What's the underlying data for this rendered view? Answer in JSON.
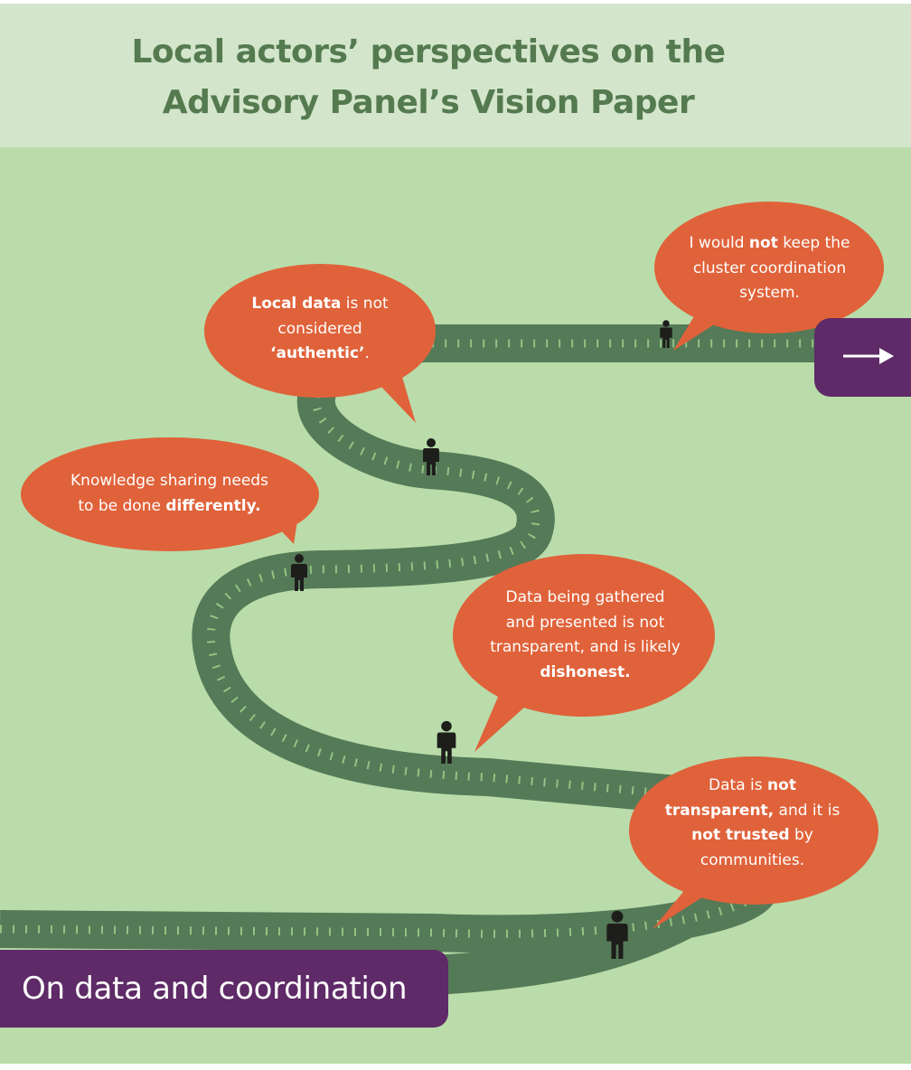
{
  "header": {
    "title_line1": "Local actors’ perspectives on the",
    "title_line2": "Advisory Panel’s Vision Paper"
  },
  "section_label": "On data and coordination",
  "next_icon": "right-arrow-icon",
  "bubbles": [
    {
      "id": "bubble-cluster-coordination",
      "lines": [
        [
          {
            "t": "I would ",
            "b": false
          },
          {
            "t": "not",
            "b": true
          },
          {
            "t": " keep the",
            "b": false
          }
        ],
        [
          {
            "t": "cluster coordination",
            "b": false
          }
        ],
        [
          {
            "t": "system.",
            "b": false
          }
        ]
      ]
    },
    {
      "id": "bubble-local-data",
      "lines": [
        [
          {
            "t": "Local data",
            "b": true
          },
          {
            "t": " is not",
            "b": false
          }
        ],
        [
          {
            "t": "considered",
            "b": false
          }
        ],
        [
          {
            "t": "‘authentic’",
            "b": true
          },
          {
            "t": ".",
            "b": false
          }
        ]
      ]
    },
    {
      "id": "bubble-knowledge-sharing",
      "lines": [
        [
          {
            "t": "Knowledge sharing needs",
            "b": false
          }
        ],
        [
          {
            "t": "to be done ",
            "b": false
          },
          {
            "t": "differently.",
            "b": true
          }
        ]
      ]
    },
    {
      "id": "bubble-data-transparency",
      "lines": [
        [
          {
            "t": "Data being gathered",
            "b": false
          }
        ],
        [
          {
            "t": "and presented is not",
            "b": false
          }
        ],
        [
          {
            "t": "transparent, and is likely",
            "b": false
          }
        ],
        [
          {
            "t": "dishonest.",
            "b": true
          }
        ]
      ]
    },
    {
      "id": "bubble-data-trust",
      "lines": [
        [
          {
            "t": "Data is ",
            "b": false
          },
          {
            "t": "not",
            "b": true
          }
        ],
        [
          {
            "t": "transparent,",
            "b": true
          },
          {
            "t": " and it is",
            "b": false
          }
        ],
        [
          {
            "t": "not trusted",
            "b": true
          },
          {
            "t": " by",
            "b": false
          }
        ],
        [
          {
            "t": "communities.",
            "b": false
          }
        ]
      ]
    }
  ],
  "colors": {
    "background": "#b9dcaa",
    "header_band": "#d3e6cb",
    "title": "#557a50",
    "path": "#557a57",
    "path_chevrons": "#9ed08c",
    "bubble": "#e0623a",
    "label_band": "#5e2a67",
    "figure": "#1d1d1b"
  }
}
